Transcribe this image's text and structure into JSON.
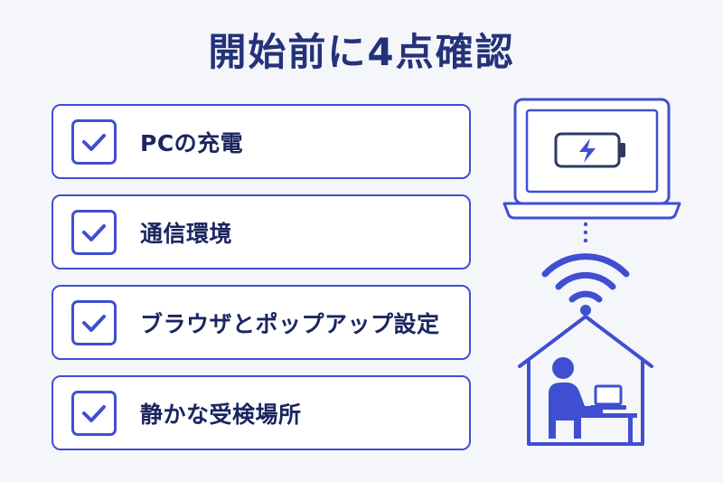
{
  "title": "開始前に4点確認",
  "checklist": {
    "items": [
      {
        "label": "PCの充電"
      },
      {
        "label": "通信環境"
      },
      {
        "label": "ブラウザとポップアップ設定"
      },
      {
        "label": "静かな受検場所"
      }
    ]
  },
  "illustration": {
    "laptop_icon": "laptop-battery-icon",
    "wifi_icon": "wifi-icon",
    "home_icon": "home-person-laptop-icon"
  },
  "colors": {
    "accent": "#3f4fd2",
    "title": "#24327a",
    "text": "#1b2560",
    "background": "#f4f6fa",
    "battery_bolt": "#3f4fd2",
    "icon_stroke": "#3f4fd2"
  }
}
